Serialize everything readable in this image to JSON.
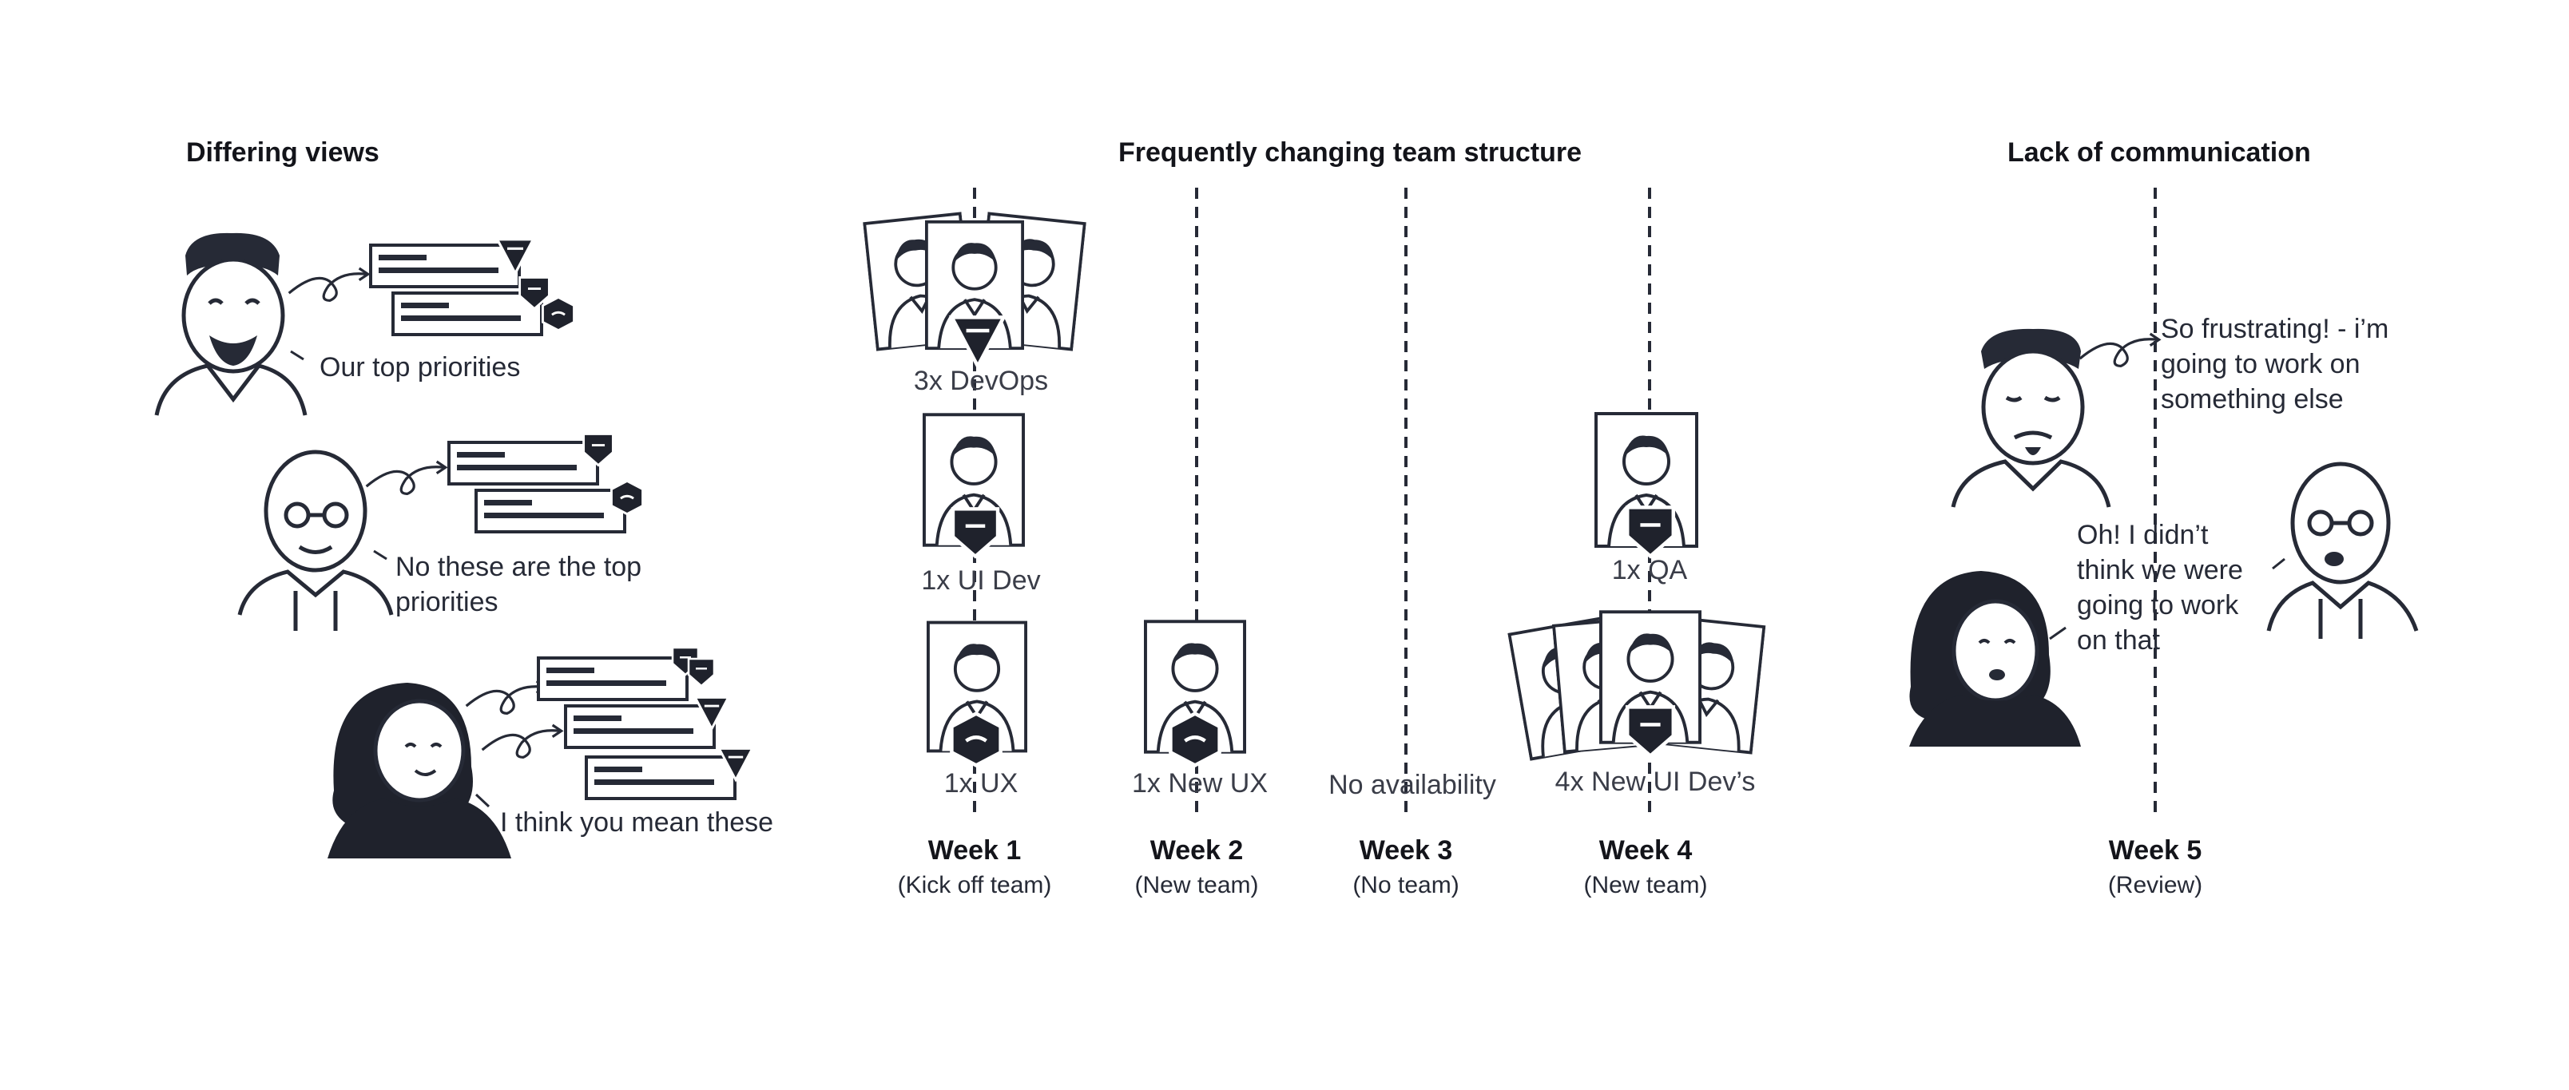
{
  "colors": {
    "ink": "#262a36",
    "dark": "#1f222c",
    "paper": "#ffffff"
  },
  "sections": {
    "differing_views": "Differing views",
    "team_structure": "Frequently changing team structure",
    "communication": "Lack of communication"
  },
  "differing_views": {
    "quote_1": "Our top priorities",
    "quote_2_line1": "No these are the top",
    "quote_2_line2": "priorities",
    "quote_3": "I think you mean these"
  },
  "team": {
    "devops": "3x DevOps",
    "ui_dev": "1x UI Dev",
    "ux": "1x UX",
    "new_ux": "1x New UX",
    "no_availability": "No availability",
    "qa": "1x QA",
    "new_ui_devs": "4x New UI Dev’s"
  },
  "weeks": [
    {
      "label": "Week 1",
      "sub": "(Kick off team)"
    },
    {
      "label": "Week 2",
      "sub": "(New team)"
    },
    {
      "label": "Week 3",
      "sub": "(No team)"
    },
    {
      "label": "Week 4",
      "sub": "(New team)"
    },
    {
      "label": "Week 5",
      "sub": "(Review)"
    }
  ],
  "communication": {
    "quote_1_line1": "So frustrating! - i’m",
    "quote_1_line2": "going to work on",
    "quote_1_line3": "something else",
    "quote_2_line1": "Oh! I didn’t",
    "quote_2_line2": "think we were",
    "quote_2_line3": "going to work",
    "quote_2_line4": "on that"
  },
  "icons": [
    "priority-card-icon",
    "triangle-badge-icon",
    "shield-badge-icon",
    "hexagon-badge-icon",
    "person-portrait-icon"
  ]
}
